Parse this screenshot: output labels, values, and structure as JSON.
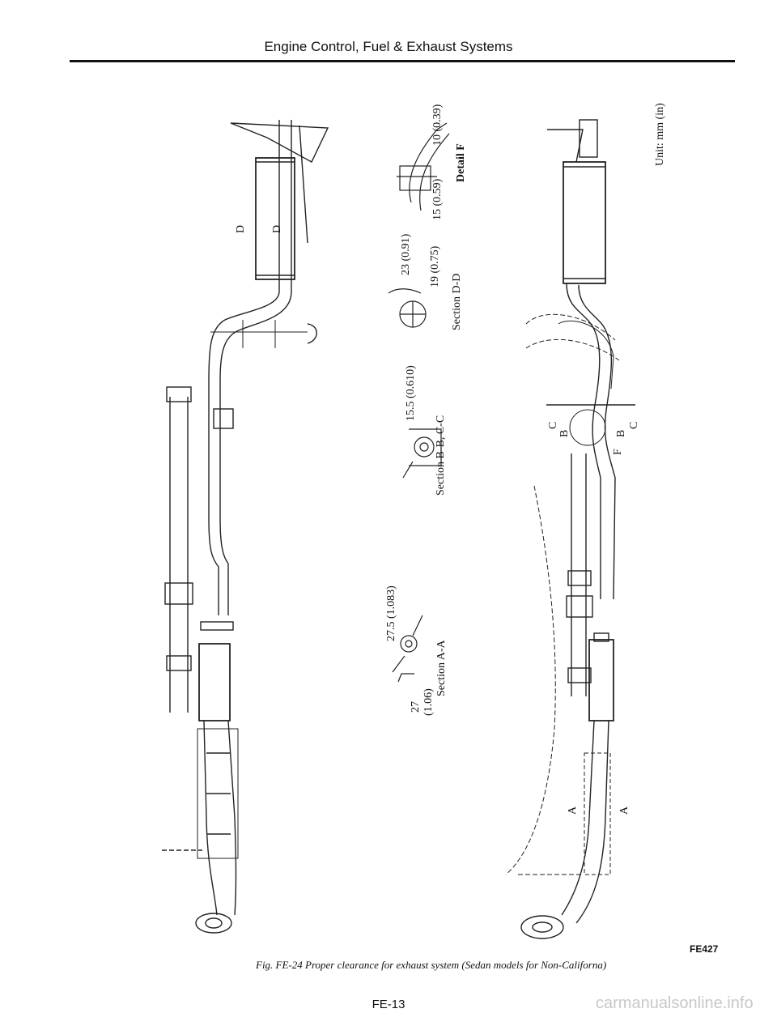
{
  "header": {
    "title": "Engine Control, Fuel & Exhaust Systems"
  },
  "labels": {
    "unit": "Unit: mm (in)",
    "detail_f": "Detail F",
    "dim_10": "10 (0.39)",
    "dim_15": "15 (0.59)",
    "section_dd": "Section D-D",
    "dim_23": "23 (0.91)",
    "dim_19": "19 (0.75)",
    "section_bb_cc": "Section B-B, C-C",
    "dim_15_5": "15.5 (0.610)",
    "section_aa": "Section A-A",
    "dim_27_5": "27.5 (1.083)",
    "dim_27": "27",
    "dim_1_06": "(1.06)",
    "marker_d": "D",
    "marker_a": "A",
    "marker_b": "B",
    "marker_c": "C",
    "marker_f": "F"
  },
  "figure": {
    "code": "FE427",
    "caption_prefix": "Fig. FE-24",
    "caption_text": "Proper clearance for exhaust system (Sedan models for Non-Californa)"
  },
  "footer": {
    "page": "FE-13",
    "watermark": "carmanualsonline.info"
  }
}
